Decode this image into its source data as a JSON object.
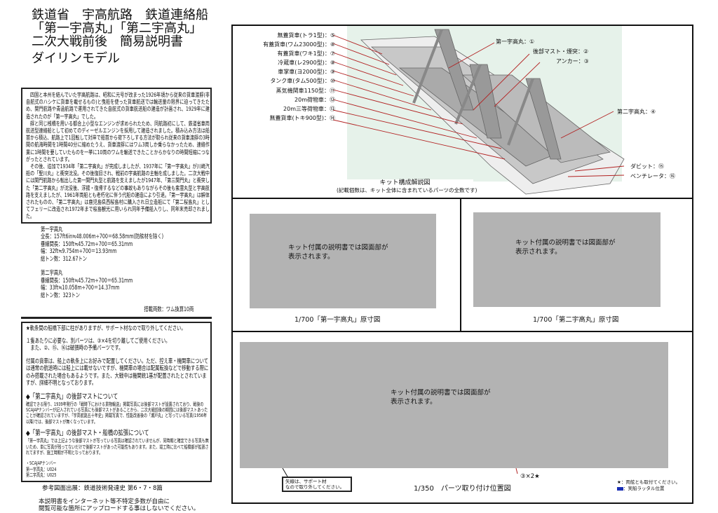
{
  "header": {
    "title_lines": [
      "鉄道省　宇高航路　鉄道連絡船",
      "「第一宇高丸」「第二宇高丸」",
      "二次大戦前後　簡易説明書"
    ],
    "brand": "ダイリンモデル"
  },
  "history": {
    "paragraphs": [
      "四国と本州を結んでいた宇高航路は、昭和に元号が改まった1926年頃から従来の貨車渡艀(非自航式のハシケに貨車を載せるもの)と曳船を使った貨車航送では輸送量の限界に迫ってきたため、関門航路や青函航路で運用されてきた自航式の貨車航送船の建造が計画され、1929年に建造されたのが「第一宇高丸」でした。",
      "艀と同じ桟橋を用いる都合上小型なエンジンが求められたため、同航路初にして、鉄道省車両航送型連絡船として初めてのディーゼルエンジンを採用して建造されました。積み込み方法は船首から積込、航路上で1回転して対岸で船首から荷下ろしする方法が取られ従来の貨車渡艀の3時間の航海時間を1時間40分に縮めたうえ、貨車渡艀にはワム3両しか乗らなかったため、連絡作業に1時間を要していたものを一挙に10両のワムを輸送できたことからかなりの時間短縮につながったとされています。",
      "その後、追加で1934年「第二宇高丸」が完成しましたが、1937年に「第一宇高丸」が川崎汽船の「聖川丸」と衝突沈没。その後復旧され、戦前の宇高航路の主軸を成しました。二次大戦中には関門航路から転出した第一関門丸型と航路を支えましたが1947年、「第三関門丸」と衝突した「第二宇高丸」が沈没後、浮揚・復帰するなどの事故もありながらその後も紫雲丸型と宇高航路を支えましたが、1961年両船とも老朽化に伴う代船の建造により引退。「第一宇高丸」は解体されたものの、「第二宇高丸」は鹿児島県西桜島村に購入され日立造船にて「第二桜島丸」としてフェリーに改造され1972年まで桜島観光に用いられ同年予備船入りし、同年末売却されました。"
    ]
  },
  "specs": {
    "ship1": [
      "第一宇高丸",
      "全長：157ft6in≒48.006m÷700＝68.58mm(防舷材を除く)",
      "垂線間長：150ft≒45.72m÷700＝65.31mm",
      "幅：32ft≒9.754m÷700＝13.93mm",
      "総トン数：312.67トン"
    ],
    "ship2": [
      "第二宇高丸",
      "垂線間長：150ft≒45.72m÷700＝65.31mm",
      "幅：33ft≒10.058m÷700＝14.37mm",
      "総トン数：323トン"
    ],
    "load": "搭載両数：ワム換算10両"
  },
  "notes": {
    "p1": "★軌条間の船橋下部に柱がありますが、サポート材なので取り外してください。",
    "p2a": "１隻あたりに必要な、別パーツは、③×4を切り離してご使用ください。",
    "p2b": "　また、②、⑮、⑯は破損時の予備パーツです。",
    "p3": "付属の貨車は、船上の軌条上にお好みで配置してください。ただ、控え車・機関車については通常の航送時には船上には載せないですが、機関車の場合は配属転換などで移動する際にのみ搭載された場合もあるようです。また、大戦中は機関銃1基が配置されたとされていますが、詳細不明となっております。",
    "h1": "◆「第二宇高丸」の後部マストについて",
    "f1": "確認できる限り、1939年発行の「戦時下における貨物輸送」掲載写真には後部マストが設置されており、戦後のSCAJAPナンバーが記入されている写真にも後部マストがあることから、二次大戦前後の期間には後部マストあったことが確認されていますが、「宇高航路五十年史」掲載写真で、性能改善後の「瀬戸丸」と写っている写真(1956年以降)では、後部マストが無くなっています。",
    "h2": "◆「第一宇高丸」の後部マスト・船橋の拡張について",
    "f2": "「第一宇高丸」では上記ような後部マストが写っている写真は確認されていませんが、同時期と確定できる写真も無いため、単に写真が残ってないだけで後部マストがあった可能性もあります。また、竣工時に比べて船橋部が拡張されてますが、施工時期が不明となっております。",
    "scajap": [
      "・SCAJAPナンバー",
      "第一宇高丸：U024",
      "第二宇高丸：U025"
    ]
  },
  "reference": "参考図面出展：鉄道技術発達史 第6・7・8篇",
  "warning": [
    "本説明書をインターネット等不特定多数が自由に",
    "閲覧可能な箇所にアップロードする事はしないでください。"
  ],
  "diagram": {
    "left_labels": [
      "無蓋貨車(トラ1型)：⑤",
      "有蓋貨車(ワム23000型)：⑥",
      "有蓋貨車(ワキ1型)：⑦",
      "冷蔵車(レ2900型)：⑧",
      "車掌車(ヨ2000型)：⑨",
      "タンク車(タム500型)：⑩",
      "蒸気機関車1150型：⑪",
      "20m荷物車：⑫",
      "20m三等荷物車：⑬",
      "無蓋貨車(トキ900型)：⑭"
    ],
    "right_labels": [
      "第一宇高丸：①",
      "後部マスト・煙突：②",
      "アンカー：③",
      "第二宇高丸：④",
      "ダビット：⑮",
      "ベンチレータ：⑯"
    ],
    "caption": "キット構成解説図",
    "subcaption": "(記載個数は、キット全体に含まれているパーツの全数です)",
    "bg_color": "#e6f2ea",
    "leader_color": "#b22222"
  },
  "placeholder_text": [
    "キット付属の説明書では図面部が",
    "表示されます。"
  ],
  "drawing1_caption": "1/700「第一宇高丸」原寸図",
  "drawing2_caption": "1/700「第二宇高丸」原寸図",
  "parts": {
    "caption": "1/350　パーツ取り付け位置図",
    "callout": [
      "矢線は、サポート材",
      "なので取り外してください。"
    ],
    "anchor_note": "③×2★",
    "legend_star": "★：両舷とも取付てください。",
    "legend_blue": "：実船ラッタル位置",
    "legend_blue_color": "#1a2fb5"
  }
}
